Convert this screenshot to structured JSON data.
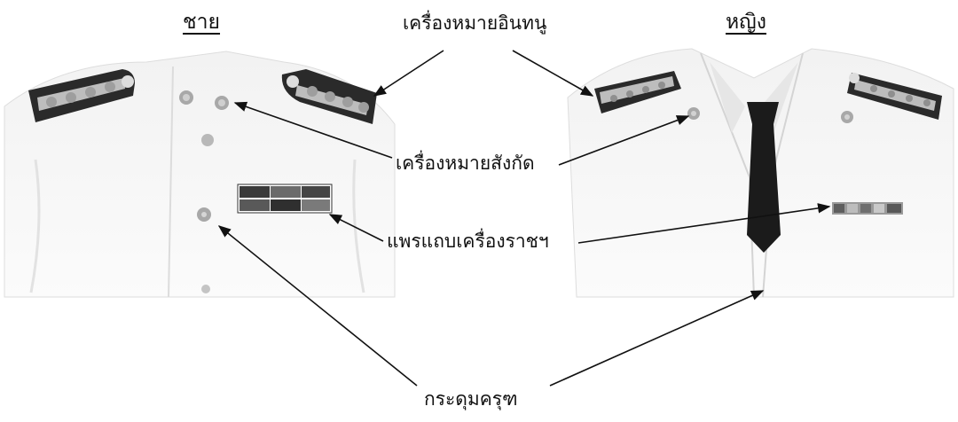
{
  "headings": {
    "male": "ชาย",
    "female": "หญิง"
  },
  "labels": {
    "shoulder_insignia": "เครื่องหมายอินทนู",
    "affiliation_badge": "เครื่องหมายสังกัด",
    "ribbon_bar": "แพรแถบเครื่องราชฯ",
    "garuda_buttons": "กระดุมครุฑ"
  },
  "colors": {
    "ink": "#111111",
    "uniform_white": "#f4f4f4",
    "uniform_shade": "#d9d9d9",
    "tie": "#1b1b1b",
    "epaulette_dark": "#2a2a2a",
    "embroidery": "#bdbdbd"
  }
}
